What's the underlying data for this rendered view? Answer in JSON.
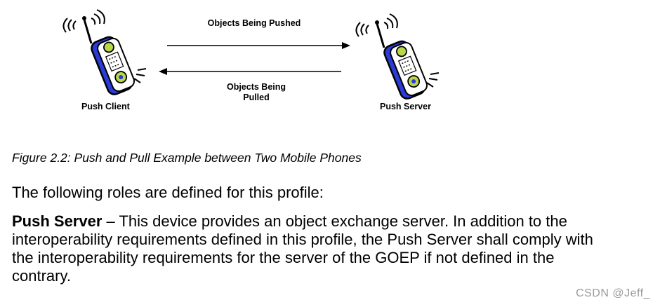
{
  "diagram": {
    "pushed_label": "Objects Being Pushed",
    "pulled_label_line1": "Objects Being",
    "pulled_label_line2": "Pulled",
    "client_label": "Push Client",
    "server_label": "Push Server",
    "phone_icon": "mobile-phone-icon",
    "colors": {
      "phone_body": "#2b3bd6",
      "phone_face": "#b8d84a",
      "outline": "#000000"
    }
  },
  "caption": "Figure 2.2: Push and Pull Example between Two Mobile Phones",
  "intro": "The following roles are defined for this profile:",
  "definition": {
    "term": "Push Server",
    "dash": " – ",
    "line1": "This device provides an object exchange server. In addition to the",
    "line2": "interoperability requirements defined in this profile, the Push Server shall comply with",
    "line3": "the interoperability requirements for the server of the GOEP if not defined in the",
    "line4": "contrary."
  },
  "watermark": "CSDN @Jeff_"
}
